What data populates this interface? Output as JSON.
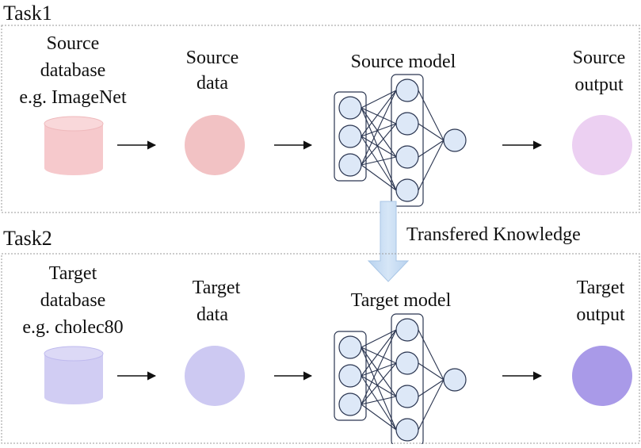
{
  "tasks": [
    {
      "title": "Task1",
      "database_lines": [
        "Source",
        "database",
        "e.g. ImageNet"
      ],
      "data_lines": [
        "Source",
        "data"
      ],
      "model_label": "Source model",
      "output_lines": [
        "Source",
        "output"
      ],
      "colors": {
        "database": "#f6c9cc",
        "database_top": "#f9d8da",
        "data": "#f2c2c4",
        "output": "#ecd0f2"
      }
    },
    {
      "title": "Task2",
      "database_lines": [
        "Target",
        "database",
        "e.g. cholec80"
      ],
      "data_lines": [
        "Target",
        "data"
      ],
      "model_label": "Target model",
      "output_lines": [
        "Target",
        "output"
      ],
      "colors": {
        "database": "#d1cdf3",
        "database_top": "#dcd9f6",
        "data": "#cdc9f2",
        "output": "#a99ae8"
      }
    }
  ],
  "transfer": {
    "label": "Transfered Knowledge",
    "color": "#c7ddf3"
  },
  "network": {
    "node_fill": "#dde8f7",
    "layer_sizes": [
      3,
      4,
      1
    ]
  }
}
